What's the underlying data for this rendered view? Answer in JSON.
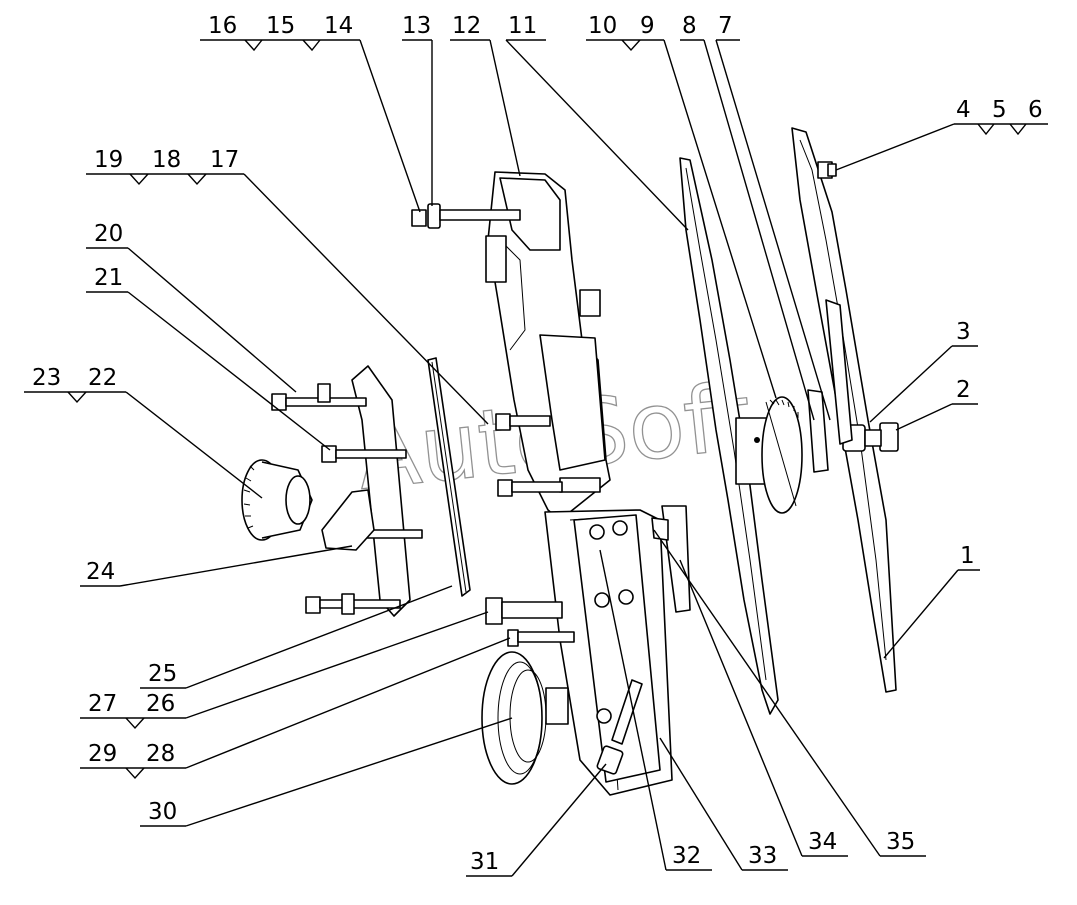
{
  "watermark": "AutoSoft",
  "callouts": [
    "1",
    "2",
    "3",
    "4",
    "5",
    "6",
    "7",
    "8",
    "9",
    "10",
    "11",
    "12",
    "13",
    "14",
    "15",
    "16",
    "17",
    "18",
    "19",
    "20",
    "21",
    "22",
    "23",
    "24",
    "25",
    "26",
    "27",
    "28",
    "29",
    "30",
    "31",
    "32",
    "33",
    "34",
    "35"
  ]
}
